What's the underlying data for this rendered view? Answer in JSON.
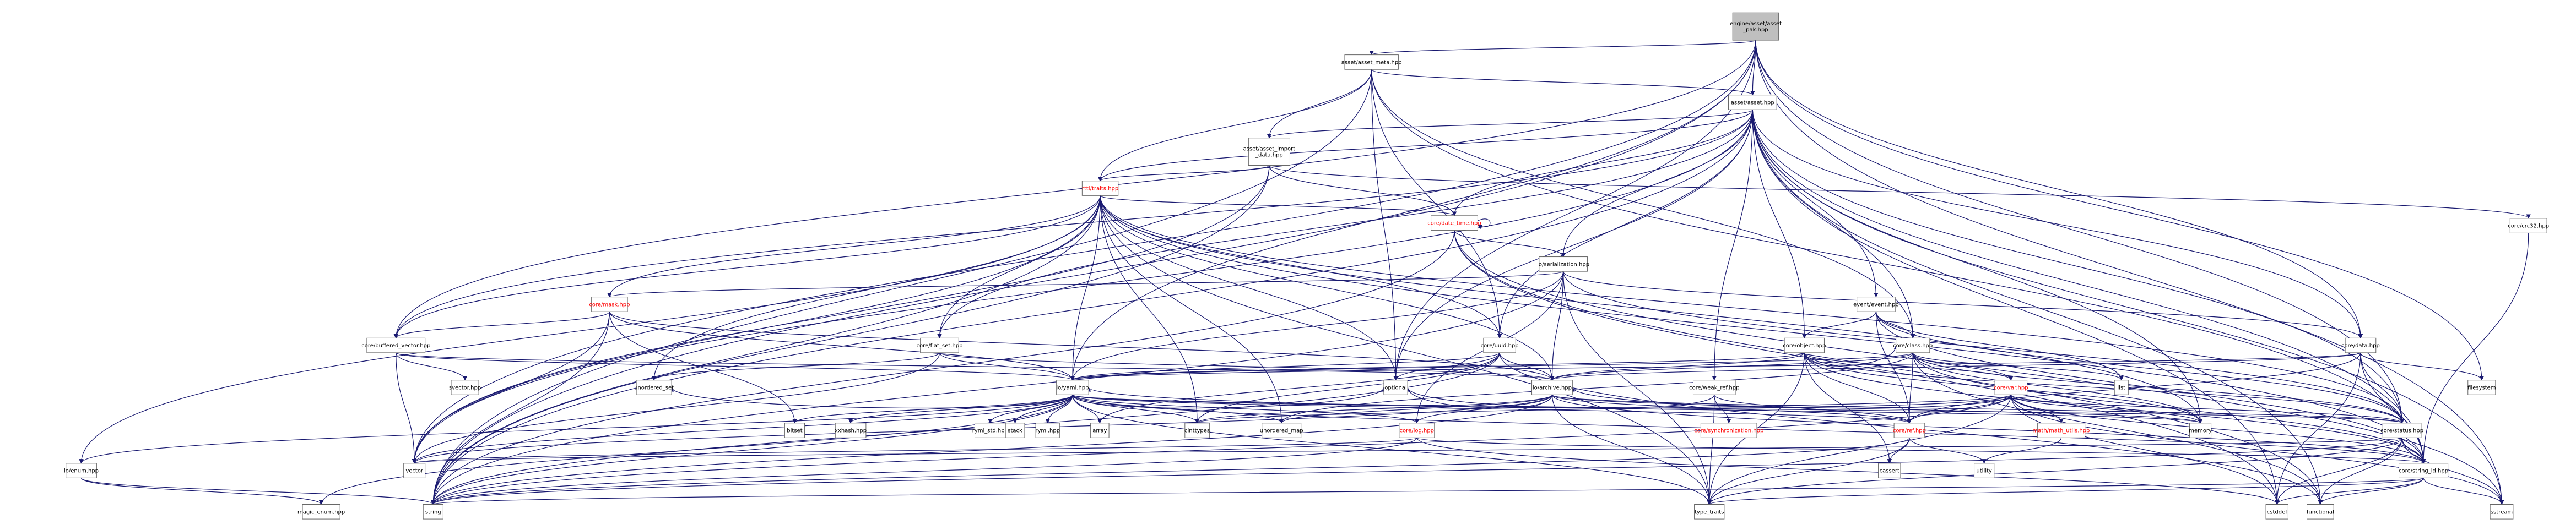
{
  "diagram": {
    "colors": {
      "edge": "#191970",
      "node_fill": "#ffffff",
      "node_border": "#666666",
      "root_fill": "#bfbfbf",
      "root_border": "#000000",
      "text_normal": "#000000",
      "text_truncated": "#ff0000",
      "border_truncated": "#ff0000"
    },
    "nodes": [
      {
        "id": "root",
        "label": [
          "engine/asset/asset",
          "_pak.hpp"
        ],
        "style": "root"
      },
      {
        "id": "asset_meta",
        "label": [
          "asset/asset_meta.hpp"
        ],
        "style": "normal"
      },
      {
        "id": "asset",
        "label": [
          "asset/asset.hpp"
        ],
        "style": "normal"
      },
      {
        "id": "asset_import",
        "label": [
          "asset/asset_import",
          "_data.hpp"
        ],
        "style": "normal"
      },
      {
        "id": "rtti_traits",
        "label": [
          "rtti/traits.hpp"
        ],
        "style": "truncated"
      },
      {
        "id": "date_time",
        "label": [
          "core/date_time.hpp"
        ],
        "style": "truncated"
      },
      {
        "id": "crc32",
        "label": [
          "core/crc32.hpp"
        ],
        "style": "normal"
      },
      {
        "id": "serialization",
        "label": [
          "io/serialization.hpp"
        ],
        "style": "normal"
      },
      {
        "id": "event",
        "label": [
          "event/event.hpp"
        ],
        "style": "normal"
      },
      {
        "id": "mask",
        "label": [
          "core/mask.hpp"
        ],
        "style": "truncated"
      },
      {
        "id": "buffered_vector",
        "label": [
          "core/buffered_vector.hpp"
        ],
        "style": "normal"
      },
      {
        "id": "flat_set",
        "label": [
          "core/flat_set.hpp"
        ],
        "style": "normal"
      },
      {
        "id": "uuid",
        "label": [
          "core/uuid.hpp"
        ],
        "style": "normal"
      },
      {
        "id": "object",
        "label": [
          "core/object.hpp"
        ],
        "style": "normal"
      },
      {
        "id": "class",
        "label": [
          "core/class.hpp"
        ],
        "style": "normal"
      },
      {
        "id": "data",
        "label": [
          "core/data.hpp"
        ],
        "style": "normal"
      },
      {
        "id": "weak_ref",
        "label": [
          "core/weak_ref.hpp"
        ],
        "style": "normal"
      },
      {
        "id": "var",
        "label": [
          "core/var.hpp"
        ],
        "style": "truncated"
      },
      {
        "id": "yaml",
        "label": [
          "io/yaml.hpp"
        ],
        "style": "normal"
      },
      {
        "id": "archive",
        "label": [
          "io/archive.hpp"
        ],
        "style": "normal"
      },
      {
        "id": "log",
        "label": [
          "core/log.hpp"
        ],
        "style": "truncated"
      },
      {
        "id": "ref",
        "label": [
          "core/ref.hpp"
        ],
        "style": "truncated"
      },
      {
        "id": "status",
        "label": [
          "core/status.hpp"
        ],
        "style": "normal"
      },
      {
        "id": "string_id",
        "label": [
          "core/string_id.hpp"
        ],
        "style": "normal"
      },
      {
        "id": "math_utils",
        "label": [
          "math/math_utils.hpp"
        ],
        "style": "truncated"
      },
      {
        "id": "sync",
        "label": [
          "core/synchronization.hpp"
        ],
        "style": "truncated"
      },
      {
        "id": "io_enum",
        "label": [
          "io/enum.hpp"
        ],
        "style": "normal"
      },
      {
        "id": "svector",
        "label": [
          "svector.hpp"
        ],
        "style": "normal"
      },
      {
        "id": "xxhash",
        "label": [
          "xxhash.hpp"
        ],
        "style": "normal"
      },
      {
        "id": "magic_enum",
        "label": [
          "magic_enum.hpp"
        ],
        "style": "normal"
      },
      {
        "id": "ryml_std",
        "label": [
          "ryml_std.hpp"
        ],
        "style": "normal"
      },
      {
        "id": "ryml",
        "label": [
          "ryml.hpp"
        ],
        "style": "normal"
      },
      {
        "id": "unordered_set",
        "label": [
          "unordered_set"
        ],
        "style": "normal"
      },
      {
        "id": "unordered_map",
        "label": [
          "unordered_map"
        ],
        "style": "normal"
      },
      {
        "id": "bitset",
        "label": [
          "bitset"
        ],
        "style": "normal"
      },
      {
        "id": "stack",
        "label": [
          "stack"
        ],
        "style": "normal"
      },
      {
        "id": "array",
        "label": [
          "array"
        ],
        "style": "normal"
      },
      {
        "id": "cinttypes",
        "label": [
          "cinttypes"
        ],
        "style": "normal"
      },
      {
        "id": "optional",
        "label": [
          "optional"
        ],
        "style": "normal"
      },
      {
        "id": "list",
        "label": [
          "list"
        ],
        "style": "normal"
      },
      {
        "id": "filesystem",
        "label": [
          "filesystem"
        ],
        "style": "normal"
      },
      {
        "id": "vector",
        "label": [
          "vector"
        ],
        "style": "normal"
      },
      {
        "id": "string",
        "label": [
          "string"
        ],
        "style": "normal"
      },
      {
        "id": "type_traits",
        "label": [
          "type_traits"
        ],
        "style": "normal"
      },
      {
        "id": "cassert",
        "label": [
          "cassert"
        ],
        "style": "normal"
      },
      {
        "id": "utility",
        "label": [
          "utility"
        ],
        "style": "normal"
      },
      {
        "id": "memory",
        "label": [
          "memory"
        ],
        "style": "normal"
      },
      {
        "id": "cstddef",
        "label": [
          "cstddef"
        ],
        "style": "normal"
      },
      {
        "id": "functional",
        "label": [
          "functional"
        ],
        "style": "normal"
      },
      {
        "id": "sstream",
        "label": [
          "sstream"
        ],
        "style": "normal"
      }
    ],
    "edges": [
      [
        "root",
        "asset_meta"
      ],
      [
        "root",
        "asset"
      ],
      [
        "root",
        "vector"
      ],
      [
        "root",
        "string"
      ],
      [
        "root",
        "optional"
      ],
      [
        "root",
        "filesystem"
      ],
      [
        "root",
        "status"
      ],
      [
        "root",
        "yaml"
      ],
      [
        "root",
        "buffered_vector"
      ],
      [
        "root",
        "data"
      ],
      [
        "root",
        "sstream"
      ],
      [
        "asset_meta",
        "asset"
      ],
      [
        "asset_meta",
        "asset_import"
      ],
      [
        "asset_meta",
        "rtti_traits"
      ],
      [
        "asset_meta",
        "uuid"
      ],
      [
        "asset_meta",
        "string"
      ],
      [
        "asset_meta",
        "optional"
      ],
      [
        "asset_meta",
        "class"
      ],
      [
        "asset_meta",
        "string_id"
      ],
      [
        "asset",
        "asset_import"
      ],
      [
        "asset",
        "rtti_traits"
      ],
      [
        "asset",
        "date_time"
      ],
      [
        "asset",
        "serialization"
      ],
      [
        "asset",
        "event"
      ],
      [
        "asset",
        "uuid"
      ],
      [
        "asset",
        "object"
      ],
      [
        "asset",
        "class"
      ],
      [
        "asset",
        "data"
      ],
      [
        "asset",
        "weak_ref"
      ],
      [
        "asset",
        "flat_set"
      ],
      [
        "asset",
        "buffered_vector"
      ],
      [
        "asset",
        "vector"
      ],
      [
        "asset",
        "string"
      ],
      [
        "asset",
        "optional"
      ],
      [
        "asset",
        "status"
      ],
      [
        "asset",
        "string_id"
      ],
      [
        "asset",
        "cstddef"
      ],
      [
        "asset",
        "functional"
      ],
      [
        "asset",
        "sstream"
      ],
      [
        "asset",
        "memory"
      ],
      [
        "asset_import",
        "rtti_traits"
      ],
      [
        "asset_import",
        "date_time"
      ],
      [
        "asset_import",
        "crc32"
      ],
      [
        "asset_import",
        "vector"
      ],
      [
        "asset_import",
        "string"
      ],
      [
        "rtti_traits",
        "date_time"
      ],
      [
        "rtti_traits",
        "mask"
      ],
      [
        "rtti_traits",
        "buffered_vector"
      ],
      [
        "rtti_traits",
        "flat_set"
      ],
      [
        "rtti_traits",
        "uuid"
      ],
      [
        "rtti_traits",
        "yaml"
      ],
      [
        "rtti_traits",
        "archive"
      ],
      [
        "rtti_traits",
        "io_enum"
      ],
      [
        "rtti_traits",
        "vector"
      ],
      [
        "rtti_traits",
        "string"
      ],
      [
        "rtti_traits",
        "type_traits"
      ],
      [
        "rtti_traits",
        "optional"
      ],
      [
        "rtti_traits",
        "unordered_set"
      ],
      [
        "rtti_traits",
        "unordered_map"
      ],
      [
        "rtti_traits",
        "cinttypes"
      ],
      [
        "rtti_traits",
        "memory"
      ],
      [
        "rtti_traits",
        "string_id"
      ],
      [
        "rtti_traits",
        "status"
      ],
      [
        "date_time",
        "date_time"
      ],
      [
        "date_time",
        "serialization"
      ],
      [
        "date_time",
        "string"
      ],
      [
        "date_time",
        "cstddef"
      ],
      [
        "date_time",
        "sstream"
      ],
      [
        "date_time",
        "functional"
      ],
      [
        "crc32",
        "string_id"
      ],
      [
        "serialization",
        "yaml"
      ],
      [
        "serialization",
        "archive"
      ],
      [
        "serialization",
        "log"
      ],
      [
        "serialization",
        "status"
      ],
      [
        "serialization",
        "type_traits"
      ],
      [
        "serialization",
        "string"
      ],
      [
        "serialization",
        "mask"
      ],
      [
        "serialization",
        "data"
      ],
      [
        "event",
        "object"
      ],
      [
        "event",
        "class"
      ],
      [
        "event",
        "ref"
      ],
      [
        "event",
        "status"
      ],
      [
        "event",
        "string_id"
      ],
      [
        "event",
        "list"
      ],
      [
        "mask",
        "buffered_vector"
      ],
      [
        "mask",
        "vector"
      ],
      [
        "mask",
        "yaml"
      ],
      [
        "mask",
        "archive"
      ],
      [
        "mask",
        "bitset"
      ],
      [
        "mask",
        "string"
      ],
      [
        "buffered_vector",
        "svector"
      ],
      [
        "buffered_vector",
        "vector"
      ],
      [
        "buffered_vector",
        "yaml"
      ],
      [
        "buffered_vector",
        "archive"
      ],
      [
        "flat_set",
        "unordered_set"
      ],
      [
        "flat_set",
        "vector"
      ],
      [
        "flat_set",
        "yaml"
      ],
      [
        "flat_set",
        "archive"
      ],
      [
        "uuid",
        "yaml"
      ],
      [
        "uuid",
        "archive"
      ],
      [
        "uuid",
        "string"
      ],
      [
        "uuid",
        "optional"
      ],
      [
        "uuid",
        "functional"
      ],
      [
        "uuid",
        "array"
      ],
      [
        "uuid",
        "cinttypes"
      ],
      [
        "object",
        "class"
      ],
      [
        "object",
        "var"
      ],
      [
        "object",
        "ref"
      ],
      [
        "object",
        "status"
      ],
      [
        "object",
        "string_id"
      ],
      [
        "object",
        "yaml"
      ],
      [
        "object",
        "archive"
      ],
      [
        "object",
        "type_traits"
      ],
      [
        "object",
        "cassert"
      ],
      [
        "object",
        "memory"
      ],
      [
        "class",
        "var"
      ],
      [
        "class",
        "ref"
      ],
      [
        "class",
        "status"
      ],
      [
        "class",
        "string_id"
      ],
      [
        "class",
        "yaml"
      ],
      [
        "class",
        "archive"
      ],
      [
        "class",
        "unordered_map"
      ],
      [
        "class",
        "list"
      ],
      [
        "class",
        "memory"
      ],
      [
        "class",
        "functional"
      ],
      [
        "data",
        "yaml"
      ],
      [
        "data",
        "archive"
      ],
      [
        "data",
        "ref"
      ],
      [
        "data",
        "status"
      ],
      [
        "data",
        "string_id"
      ],
      [
        "data",
        "filesystem"
      ],
      [
        "data",
        "cstddef"
      ],
      [
        "weak_ref",
        "ref"
      ],
      [
        "weak_ref",
        "sync"
      ],
      [
        "weak_ref",
        "type_traits"
      ],
      [
        "weak_ref",
        "optional"
      ],
      [
        "var",
        "ref"
      ],
      [
        "var",
        "status"
      ],
      [
        "var",
        "string_id"
      ],
      [
        "var",
        "math_utils"
      ],
      [
        "var",
        "yaml"
      ],
      [
        "var",
        "archive"
      ],
      [
        "var",
        "cinttypes"
      ],
      [
        "var",
        "string"
      ],
      [
        "var",
        "memory"
      ],
      [
        "var",
        "cstddef"
      ],
      [
        "var",
        "sstream"
      ],
      [
        "var",
        "type_traits"
      ],
      [
        "yaml",
        "xxhash"
      ],
      [
        "yaml",
        "ryml_std"
      ],
      [
        "yaml",
        "ryml"
      ],
      [
        "yaml",
        "bitset"
      ],
      [
        "yaml",
        "stack"
      ],
      [
        "yaml",
        "array"
      ],
      [
        "yaml",
        "cinttypes"
      ],
      [
        "yaml",
        "optional"
      ],
      [
        "yaml",
        "unordered_map"
      ],
      [
        "yaml",
        "unordered_set"
      ],
      [
        "yaml",
        "vector"
      ],
      [
        "yaml",
        "string"
      ],
      [
        "yaml",
        "type_traits"
      ],
      [
        "yaml",
        "magic_enum"
      ],
      [
        "yaml",
        "status"
      ],
      [
        "yaml",
        "string_id"
      ],
      [
        "yaml",
        "ref"
      ],
      [
        "yaml",
        "log"
      ],
      [
        "yaml",
        "memory"
      ],
      [
        "yaml",
        "io_enum"
      ],
      [
        "archive",
        "unordered_map"
      ],
      [
        "archive",
        "cinttypes"
      ],
      [
        "archive",
        "optional"
      ],
      [
        "archive",
        "vector"
      ],
      [
        "archive",
        "string"
      ],
      [
        "archive",
        "type_traits"
      ],
      [
        "archive",
        "status"
      ],
      [
        "archive",
        "string_id"
      ],
      [
        "archive",
        "ref"
      ],
      [
        "archive",
        "log"
      ],
      [
        "archive",
        "memory"
      ],
      [
        "log",
        "vector"
      ],
      [
        "log",
        "string"
      ],
      [
        "log",
        "cstddef"
      ],
      [
        "log",
        "string_id"
      ],
      [
        "ref",
        "cassert"
      ],
      [
        "ref",
        "utility"
      ],
      [
        "ref",
        "type_traits"
      ],
      [
        "ref",
        "string"
      ],
      [
        "status",
        "string_id"
      ],
      [
        "status",
        "string"
      ],
      [
        "status",
        "type_traits"
      ],
      [
        "status",
        "cstddef"
      ],
      [
        "status",
        "functional"
      ],
      [
        "status",
        "sstream"
      ],
      [
        "status",
        "vector"
      ],
      [
        "string_id",
        "string"
      ],
      [
        "string_id",
        "type_traits"
      ],
      [
        "string_id",
        "cstddef"
      ],
      [
        "string_id",
        "functional"
      ],
      [
        "string_id",
        "sstream"
      ],
      [
        "math_utils",
        "utility"
      ],
      [
        "io_enum",
        "magic_enum"
      ],
      [
        "io_enum",
        "string"
      ]
    ]
  }
}
